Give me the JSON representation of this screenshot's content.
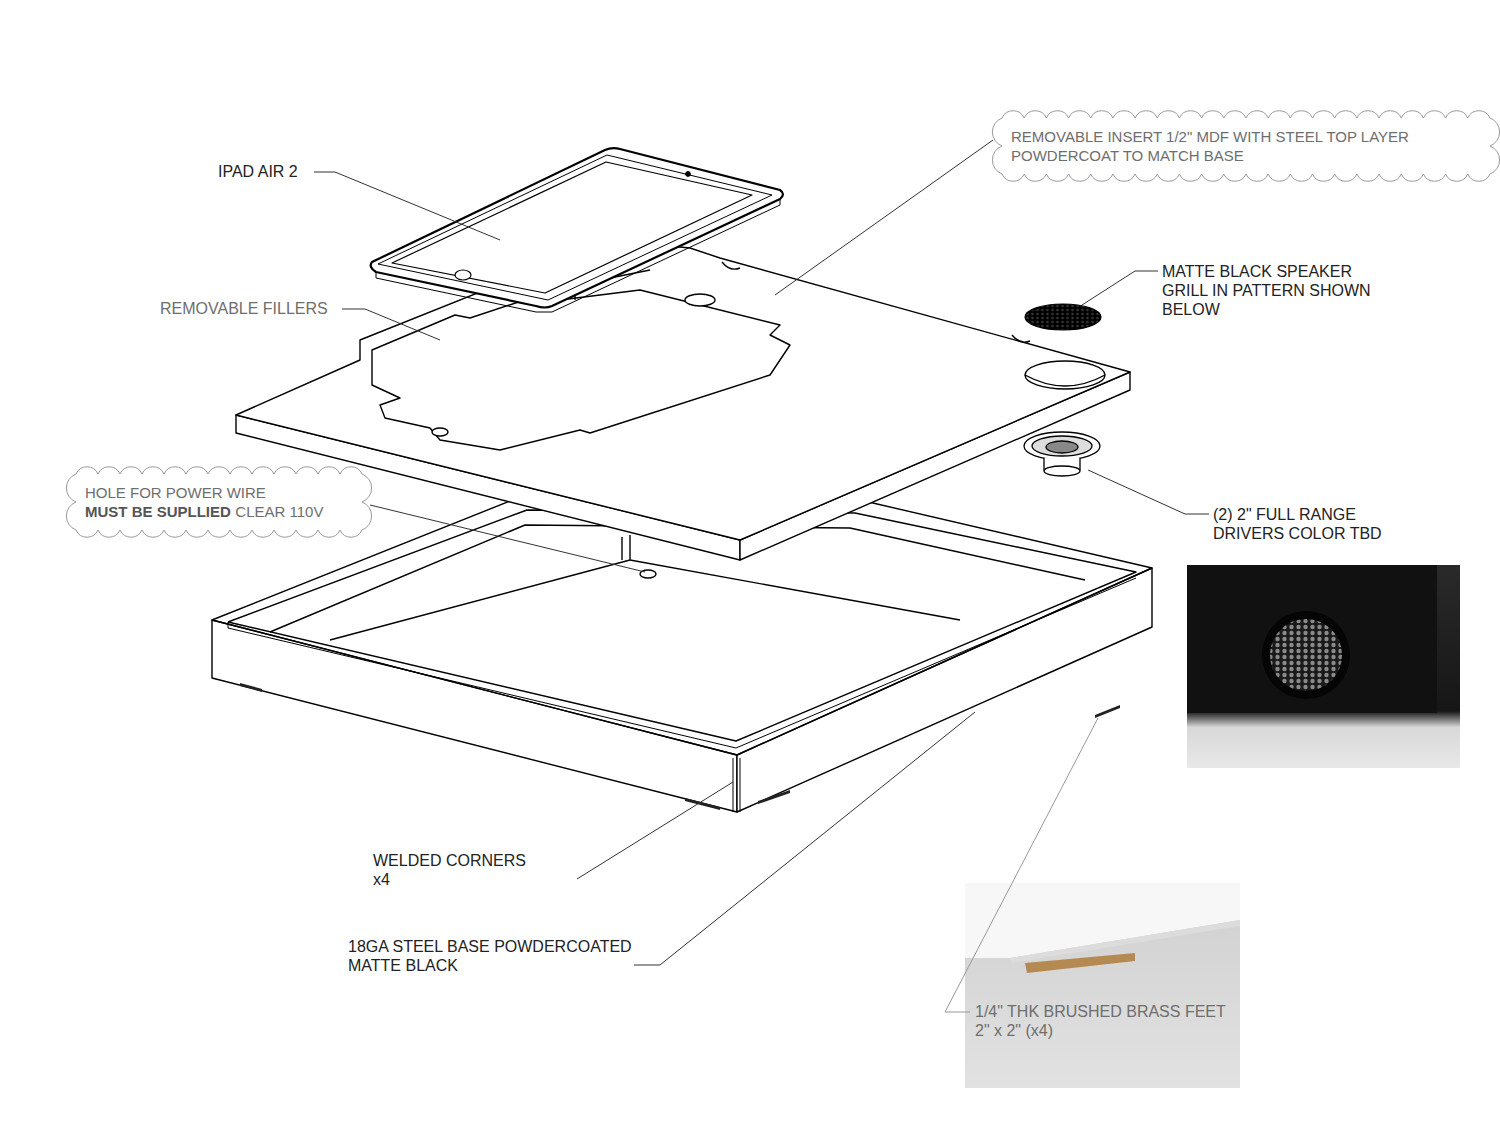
{
  "diagram": {
    "nodes": [
      {
        "text": [
          "REMOVABLE INSERT 1/2\" MDF WITH STEEL TOP LAYER POWDERCOAT TO MATCH BASE"
        ]
      },
      {
        "text": [
          "HOLE FOR POWER WIRE",
          "MUST BE SUPLLIED",
          "CLEAR 110V"
        ]
      }
    ],
    "labels": [
      "IPAD AIR 2",
      "MATTE BLACK SPEAKER GRILL IN PATTERN SHOWN BELOW",
      "REMOVABLE FILLERS",
      "(2) 2\" FULL RANGE DRIVERS COLOR TBD",
      "WELDED CORNERS x4",
      "18GA STEEL BASE POWDERCOATED MATTE BLACK",
      "1/4\" THK BRUSHED BRASS FEET 2\" x 2\" (x4)"
    ]
  }
}
